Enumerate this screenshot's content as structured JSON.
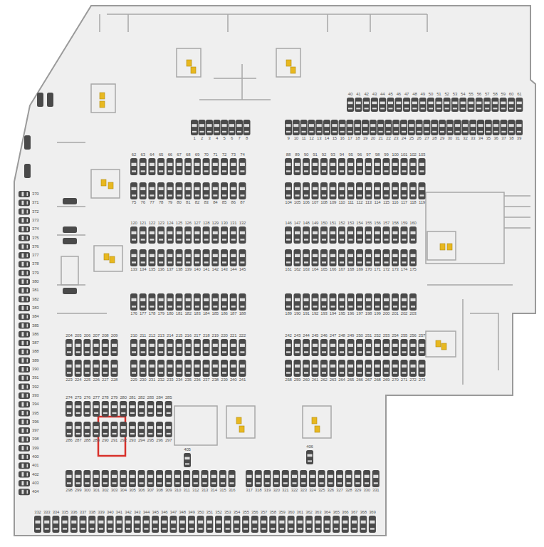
{
  "diagram": {
    "labels": [
      "1",
      "2",
      "3",
      "4",
      "5",
      "6",
      "7",
      "8",
      "9",
      "10",
      "11",
      "12",
      "13",
      "14",
      "15",
      "16",
      "17",
      "18",
      "19",
      "20",
      "21",
      "22",
      "23",
      "24",
      "25",
      "26",
      "27",
      "28",
      "29",
      "30",
      "31",
      "32",
      "33",
      "34",
      "35",
      "36",
      "37",
      "38",
      "39",
      "40",
      "41",
      "42",
      "43",
      "44",
      "45",
      "46",
      "47",
      "48",
      "49",
      "50",
      "51",
      "52",
      "53",
      "54",
      "55",
      "56",
      "57",
      "58",
      "59",
      "60",
      "61",
      "62",
      "63",
      "64",
      "65",
      "66",
      "67",
      "68",
      "69",
      "70",
      "71",
      "72",
      "73",
      "74",
      "75",
      "76",
      "77",
      "78",
      "79",
      "80",
      "81",
      "82",
      "83",
      "84",
      "85",
      "86",
      "87",
      "88",
      "89",
      "90",
      "91",
      "92",
      "93",
      "94",
      "95",
      "96",
      "97",
      "98",
      "99",
      "100",
      "101",
      "102",
      "103",
      "104",
      "105",
      "106",
      "107",
      "108",
      "109",
      "110",
      "111",
      "112",
      "113",
      "114",
      "115",
      "116",
      "117",
      "118",
      "119",
      "120",
      "121",
      "122",
      "123",
      "124",
      "125",
      "126",
      "127",
      "128",
      "129",
      "130",
      "131",
      "132",
      "133",
      "134",
      "135",
      "136",
      "137",
      "138",
      "139",
      "140",
      "141",
      "142",
      "143",
      "144",
      "145",
      "146",
      "147",
      "148",
      "149",
      "150",
      "151",
      "152",
      "153",
      "154",
      "155",
      "156",
      "157",
      "158",
      "159",
      "160",
      "161",
      "162",
      "163",
      "164",
      "165",
      "166",
      "167",
      "168",
      "169",
      "170",
      "171",
      "172",
      "173",
      "174",
      "175",
      "176",
      "177",
      "178",
      "179",
      "180",
      "181",
      "182",
      "183",
      "184",
      "185",
      "186",
      "187",
      "188",
      "189",
      "190",
      "191",
      "192",
      "193",
      "194",
      "195",
      "196",
      "197",
      "198",
      "199",
      "200",
      "201",
      "202",
      "203",
      "204",
      "205",
      "206",
      "207",
      "208",
      "209",
      "210",
      "211",
      "212",
      "213",
      "214",
      "215",
      "216",
      "217",
      "218",
      "219",
      "220",
      "221",
      "222",
      "223",
      "224",
      "225",
      "226",
      "227",
      "228",
      "229",
      "230",
      "231",
      "232",
      "233",
      "234",
      "235",
      "236",
      "237",
      "238",
      "239",
      "240",
      "241",
      "242",
      "243",
      "244",
      "245",
      "246",
      "247",
      "248",
      "249",
      "250",
      "251",
      "252",
      "253",
      "254",
      "255",
      "256",
      "257",
      "258",
      "259",
      "260",
      "261",
      "262",
      "263",
      "264",
      "265",
      "266",
      "267",
      "268",
      "269",
      "270",
      "271",
      "272",
      "273",
      "274",
      "275",
      "276",
      "277",
      "278",
      "279",
      "280",
      "281",
      "282",
      "283",
      "284",
      "285",
      "286",
      "287",
      "288",
      "289",
      "290",
      "291",
      "292",
      "293",
      "294",
      "295",
      "296",
      "297",
      "298",
      "299",
      "300",
      "301",
      "302",
      "303",
      "304",
      "305",
      "306",
      "307",
      "308",
      "309",
      "310",
      "311",
      "312",
      "313",
      "314",
      "315",
      "316",
      "317",
      "318",
      "319",
      "320",
      "321",
      "322",
      "323",
      "324",
      "325",
      "326",
      "327",
      "328",
      "329",
      "330",
      "331",
      "332",
      "333",
      "334",
      "335",
      "336",
      "337",
      "338",
      "339",
      "340",
      "341",
      "342",
      "343",
      "344",
      "345",
      "346",
      "347",
      "348",
      "349",
      "350",
      "351",
      "352",
      "353",
      "354",
      "355",
      "356",
      "357",
      "358",
      "359",
      "360",
      "361",
      "362",
      "363",
      "364",
      "365",
      "366",
      "367",
      "368",
      "369",
      "370",
      "371",
      "372",
      "373",
      "374",
      "375",
      "376",
      "377",
      "378",
      "379",
      "380",
      "381",
      "382",
      "383",
      "384",
      "385",
      "386",
      "387",
      "388",
      "389",
      "390",
      "391",
      "392",
      "393",
      "394",
      "395",
      "396",
      "397",
      "398",
      "399",
      "400",
      "401",
      "402",
      "403",
      "404",
      "405",
      "406"
    ]
  }
}
